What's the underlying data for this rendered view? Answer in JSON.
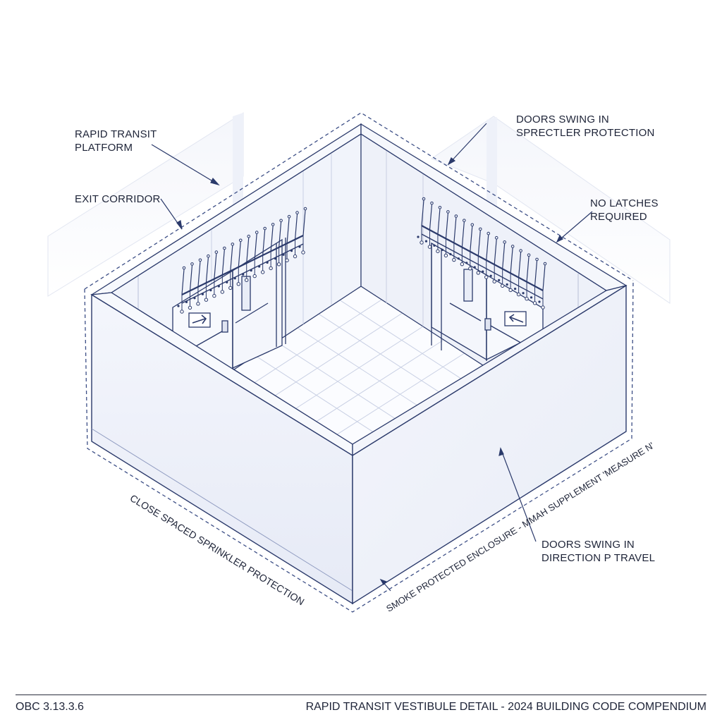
{
  "labels": {
    "platform": [
      "RAPID TRANSIT",
      "PLATFORM"
    ],
    "exit_corridor": "EXIT CORRIDOR",
    "doors_top": [
      "DOORS SWING IN",
      "SPRECTLER PROTECTION"
    ],
    "no_latches": [
      "NO LATCHES",
      "REQUIRED"
    ],
    "doors_bottom": [
      "DOORS SWING IN",
      "DIRECTION P TRAVEL"
    ],
    "sprinkler": "CLOSE SPACED SPRINKLER PROTECTION",
    "enclosure": "SMOKE PROTECTED ENCLOSURE - MMAH SUPPLEMENT 'MEASURE N'"
  },
  "footer": {
    "code_ref": "OBC 3.13.3.6",
    "title": "RAPID TRANSIT VESTIBULE DETAIL - 2024 BUILDING CODE COMPENDIUM"
  },
  "colors": {
    "line": "#2b3a6b",
    "wall_face": "#eef1f9",
    "wall_light": "#f6f8fd",
    "ghost": "#e8ecf6"
  },
  "icons": {
    "exit_arrow": "right-arrow-icon",
    "sprinkler": "sprinkler-head-icon"
  }
}
